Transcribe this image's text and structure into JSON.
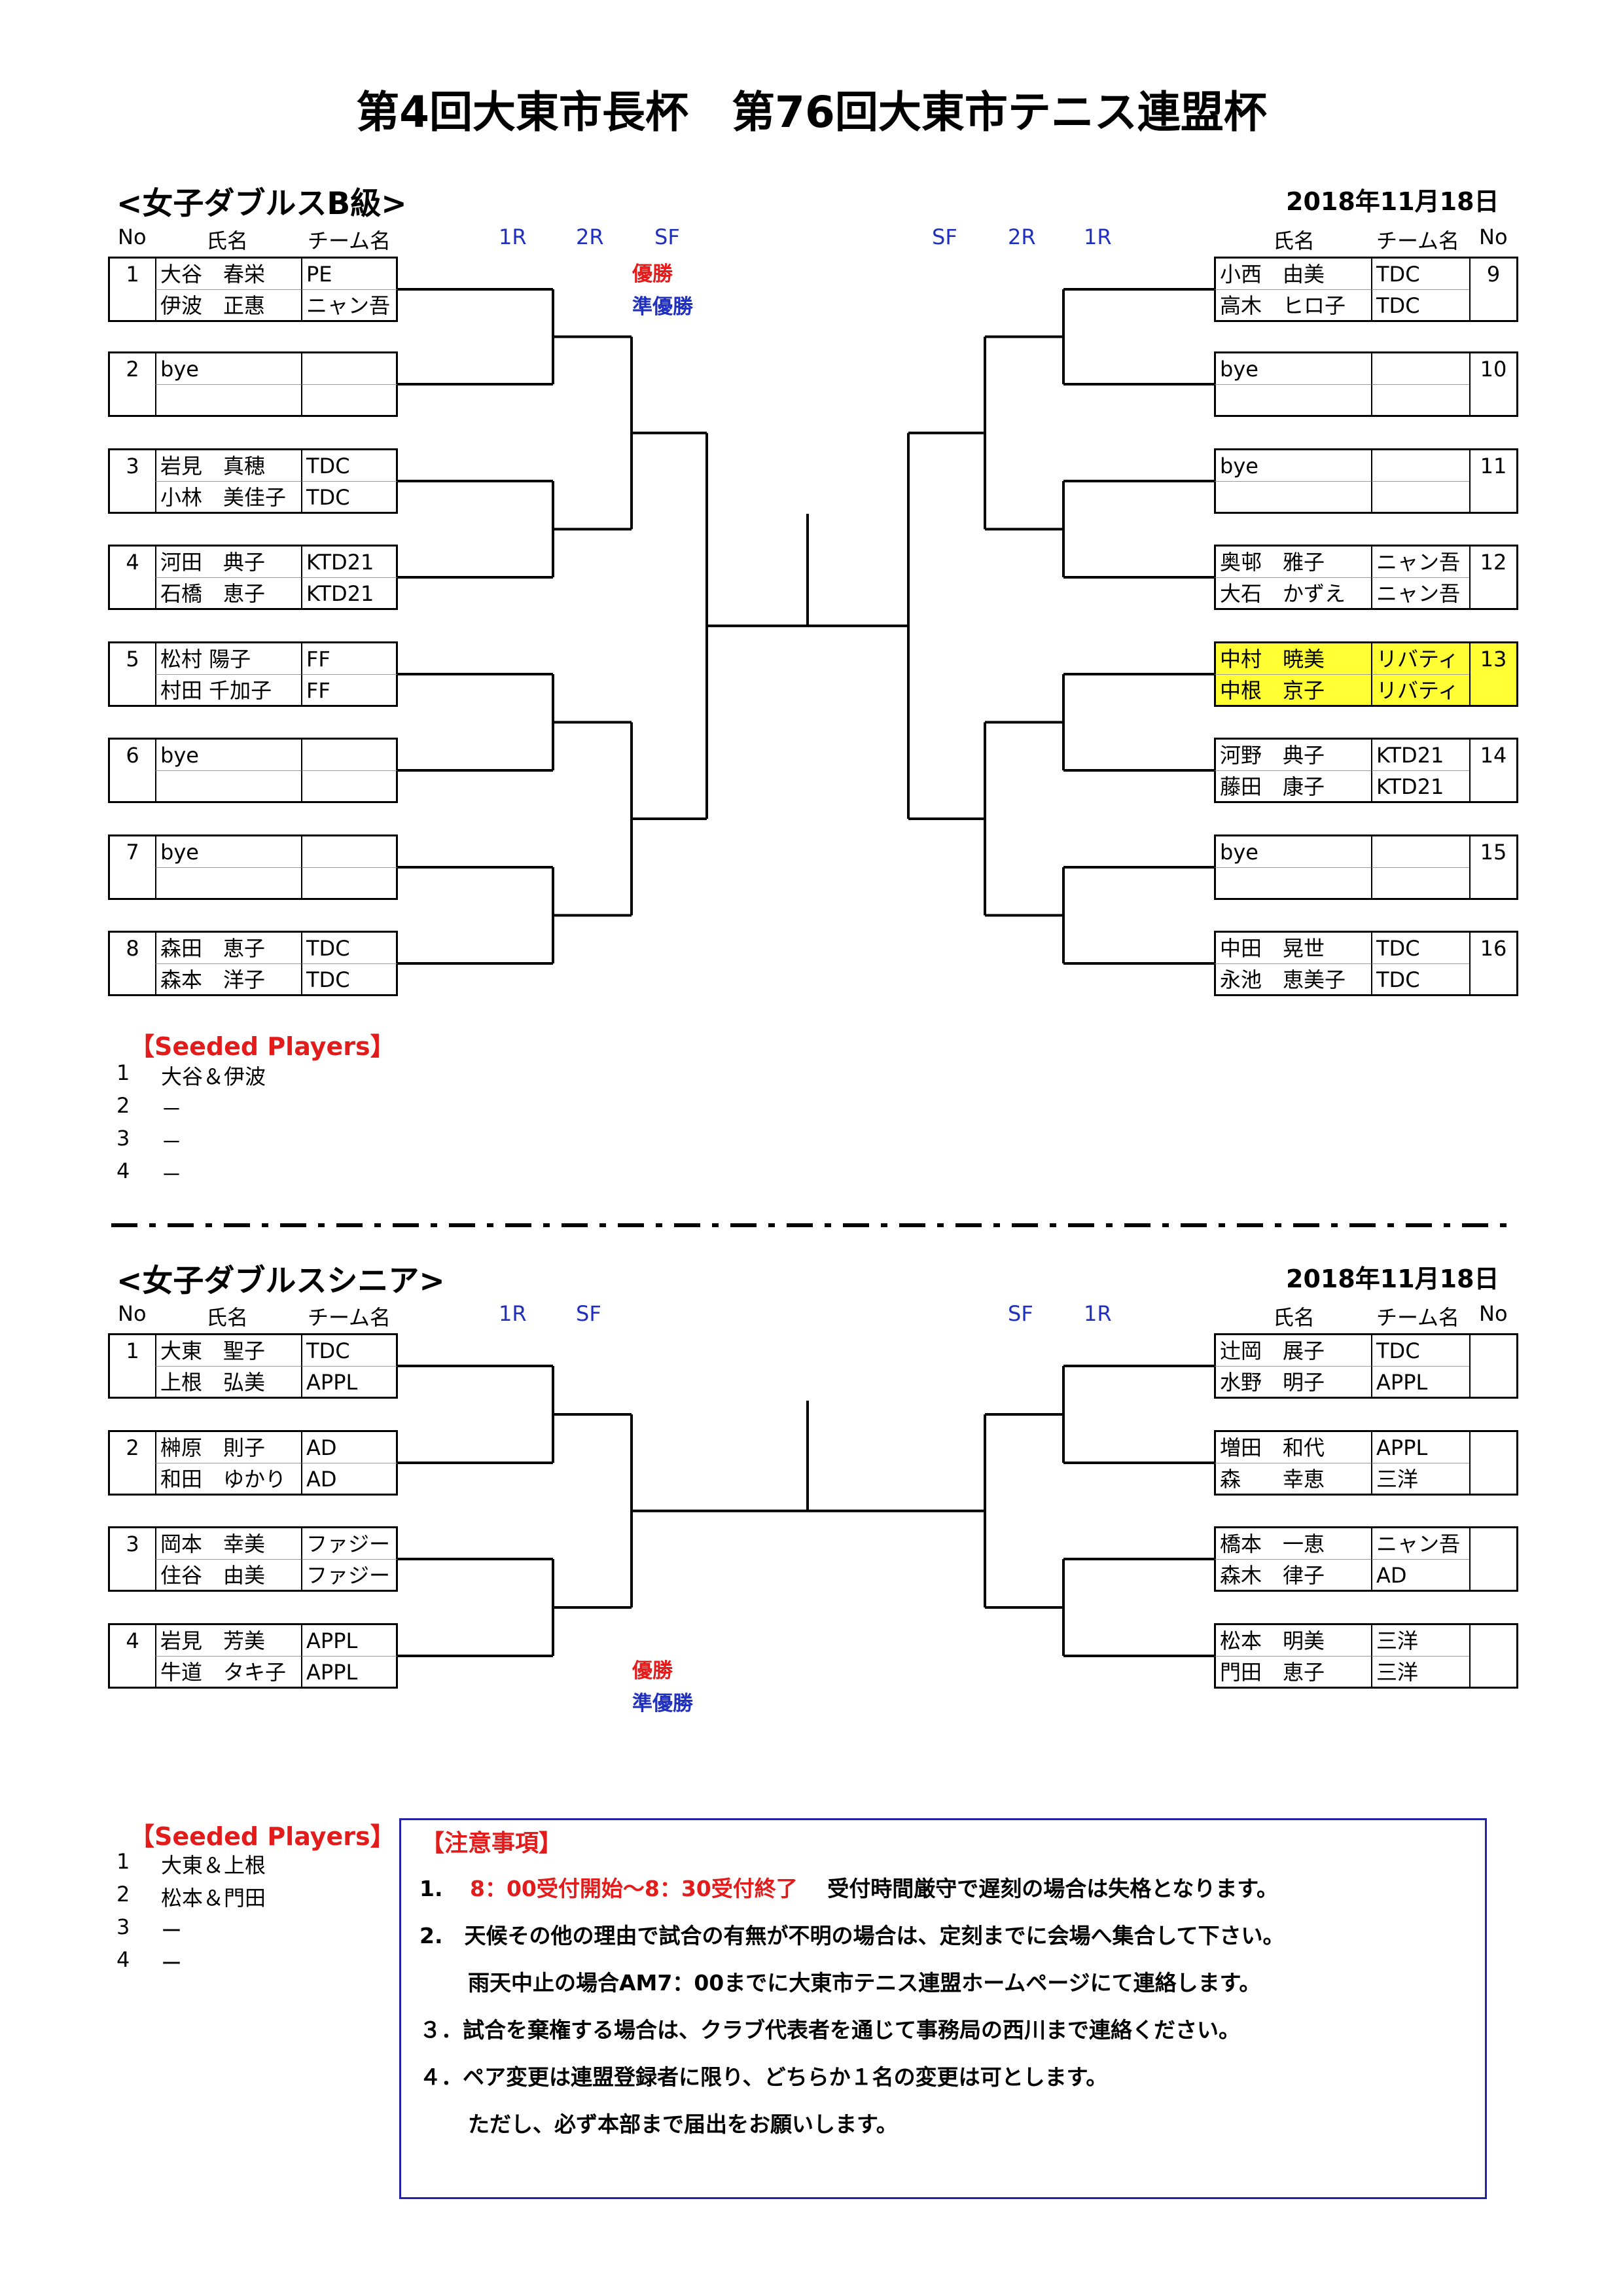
{
  "title": "第4回大東市長杯　第76回大東市テニス連盟杯",
  "b": {
    "title": "<女子ダブルスB級>",
    "date": "2018年11月18日",
    "headers": {
      "no": "No",
      "name": "氏名",
      "team": "チーム名",
      "r1": "1R",
      "r2": "2R",
      "sf": "SF"
    },
    "winner": "優勝",
    "runner": "準優勝",
    "left": [
      {
        "no": "1",
        "p": [
          "大谷　春栄",
          "伊波　正惠"
        ],
        "t": [
          "PE",
          "ニャン吾"
        ]
      },
      {
        "no": "2",
        "p": [
          "bye",
          ""
        ],
        "t": [
          "",
          ""
        ]
      },
      {
        "no": "3",
        "p": [
          "岩見　真穂",
          "小林　美佳子"
        ],
        "t": [
          "TDC",
          "TDC"
        ]
      },
      {
        "no": "4",
        "p": [
          "河田　典子",
          "石橋　恵子"
        ],
        "t": [
          "KTD21",
          "KTD21"
        ]
      },
      {
        "no": "5",
        "p": [
          "松村 陽子",
          "村田 千加子"
        ],
        "t": [
          "FF",
          "FF"
        ]
      },
      {
        "no": "6",
        "p": [
          "bye",
          ""
        ],
        "t": [
          "",
          ""
        ]
      },
      {
        "no": "7",
        "p": [
          "bye",
          ""
        ],
        "t": [
          "",
          ""
        ]
      },
      {
        "no": "8",
        "p": [
          "森田　恵子",
          "森本　洋子"
        ],
        "t": [
          "TDC",
          "TDC"
        ]
      }
    ],
    "right": [
      {
        "no": "9",
        "p": [
          "小西　由美",
          "高木　ヒロ子"
        ],
        "t": [
          "TDC",
          "TDC"
        ]
      },
      {
        "no": "10",
        "p": [
          "bye",
          ""
        ],
        "t": [
          "",
          ""
        ]
      },
      {
        "no": "11",
        "p": [
          "bye",
          ""
        ],
        "t": [
          "",
          ""
        ]
      },
      {
        "no": "12",
        "p": [
          "奥邨　雅子",
          "大石　かずえ"
        ],
        "t": [
          "ニャン吾",
          "ニャン吾"
        ]
      },
      {
        "no": "13",
        "p": [
          "中村　暁美",
          "中根　京子"
        ],
        "t": [
          "リバティ",
          "リバティ"
        ]
      },
      {
        "no": "14",
        "p": [
          "河野　典子",
          "藤田　康子"
        ],
        "t": [
          "KTD21",
          "KTD21"
        ]
      },
      {
        "no": "15",
        "p": [
          "bye",
          ""
        ],
        "t": [
          "",
          ""
        ]
      },
      {
        "no": "16",
        "p": [
          "中田　晃世",
          "永池　恵美子"
        ],
        "t": [
          "TDC",
          "TDC"
        ]
      }
    ],
    "seeded_title": "【Seeded Players】",
    "seeded": [
      {
        "n": "1",
        "v": "大谷＆伊波"
      },
      {
        "n": "2",
        "v": "－"
      },
      {
        "n": "3",
        "v": "－"
      },
      {
        "n": "4",
        "v": "－"
      }
    ]
  },
  "s": {
    "title": "<女子ダブルスシニア>",
    "date": "2018年11月18日",
    "headers": {
      "no": "No",
      "name": "氏名",
      "team": "チーム名",
      "r1": "1R",
      "sf": "SF"
    },
    "winner": "優勝",
    "runner": "準優勝",
    "left": [
      {
        "no": "1",
        "p": [
          "大東　聖子",
          "上根　弘美"
        ],
        "t": [
          "TDC",
          "APPL"
        ]
      },
      {
        "no": "2",
        "p": [
          "榊原　則子",
          "和田　ゆかり"
        ],
        "t": [
          "AD",
          "AD"
        ]
      },
      {
        "no": "3",
        "p": [
          "岡本　幸美",
          "住谷　由美"
        ],
        "t": [
          "ファジー",
          "ファジー"
        ]
      },
      {
        "no": "4",
        "p": [
          "岩見　芳美",
          "牛道　タキ子"
        ],
        "t": [
          "APPL",
          "APPL"
        ]
      }
    ],
    "right": [
      {
        "no": "",
        "p": [
          "辻岡　展子",
          "水野　明子"
        ],
        "t": [
          "TDC",
          "APPL"
        ]
      },
      {
        "no": "",
        "p": [
          "増田　和代",
          "森　　幸恵"
        ],
        "t": [
          "APPL",
          "三洋"
        ]
      },
      {
        "no": "",
        "p": [
          "橋本　一恵",
          "森木　律子"
        ],
        "t": [
          "ニャン吾",
          "AD"
        ]
      },
      {
        "no": "",
        "p": [
          "松本　明美",
          "門田　恵子"
        ],
        "t": [
          "三洋",
          "三洋"
        ]
      }
    ],
    "seeded_title": "【Seeded Players】",
    "seeded": [
      {
        "n": "1",
        "v": "大東＆上根"
      },
      {
        "n": "2",
        "v": "松本＆門田"
      },
      {
        "n": "3",
        "v": "ー"
      },
      {
        "n": "4",
        "v": "ー"
      }
    ]
  },
  "notice": {
    "title": "【注意事項】",
    "l1_no": "1.",
    "l1_red": "8：00受付開始～8：30受付終了",
    "l1_rest": "受付時間厳守で遅刻の場合は失格となります。",
    "l2": "2.　天候その他の理由で試合の有無が不明の場合は、定刻までに会場へ集合して下さい。",
    "l2b": "雨天中止の場合AM7：00までに大東市テニス連盟ホームページにて連絡します。",
    "l3": "３．試合を棄権する場合は、クラブ代表者を通じて事務局の西川まで連絡ください。",
    "l4": "４．ペア変更は連盟登録者に限り、どちらか１名の変更は可とします。",
    "l4b": "ただし、必ず本部まで届出をお願いします。"
  }
}
